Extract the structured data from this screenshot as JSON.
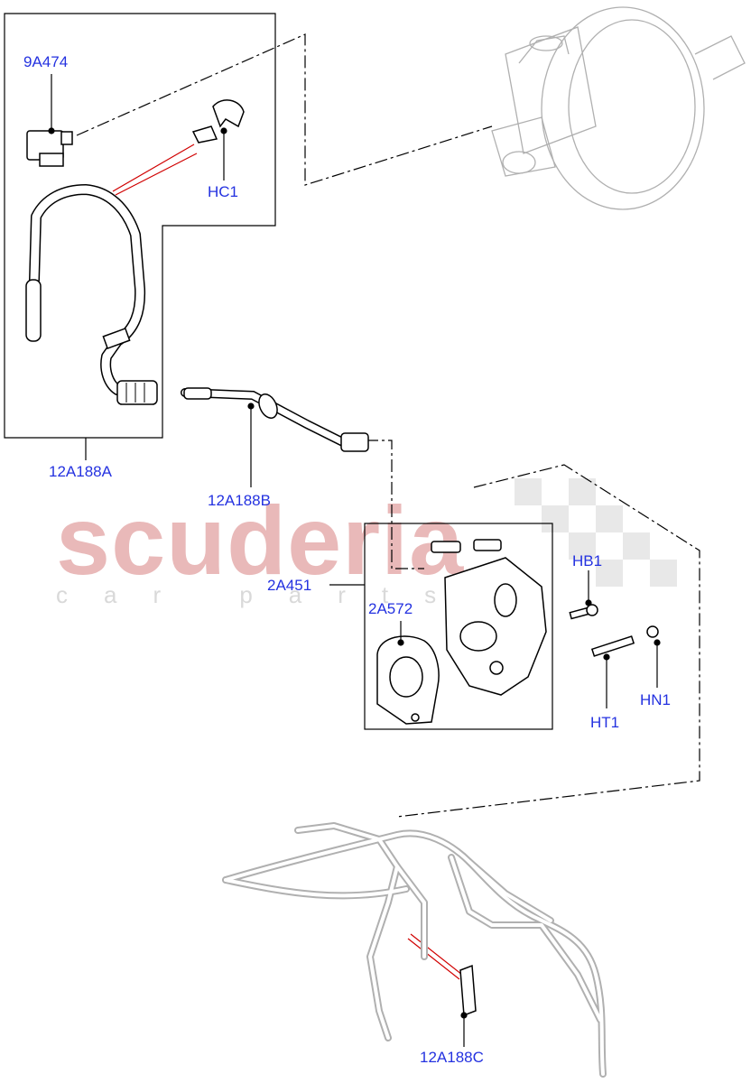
{
  "watermark": {
    "brand": "scuderia",
    "tagline": "car parts"
  },
  "callouts": {
    "sensor": "9A474",
    "clip": "HC1",
    "hose_upper": "12A188A",
    "hose_middle": "12A188B",
    "pump": "2A451",
    "gasket": "2A572",
    "bolt": "HB1",
    "nut": "HN1",
    "stud": "HT1",
    "hose_lower": "12A188C"
  },
  "colors": {
    "callout_text": "#2432e0",
    "leader": "#000000",
    "link_line": "#d00000",
    "ghost_part": "#b0b0b0",
    "watermark": "#e9b9b9"
  }
}
